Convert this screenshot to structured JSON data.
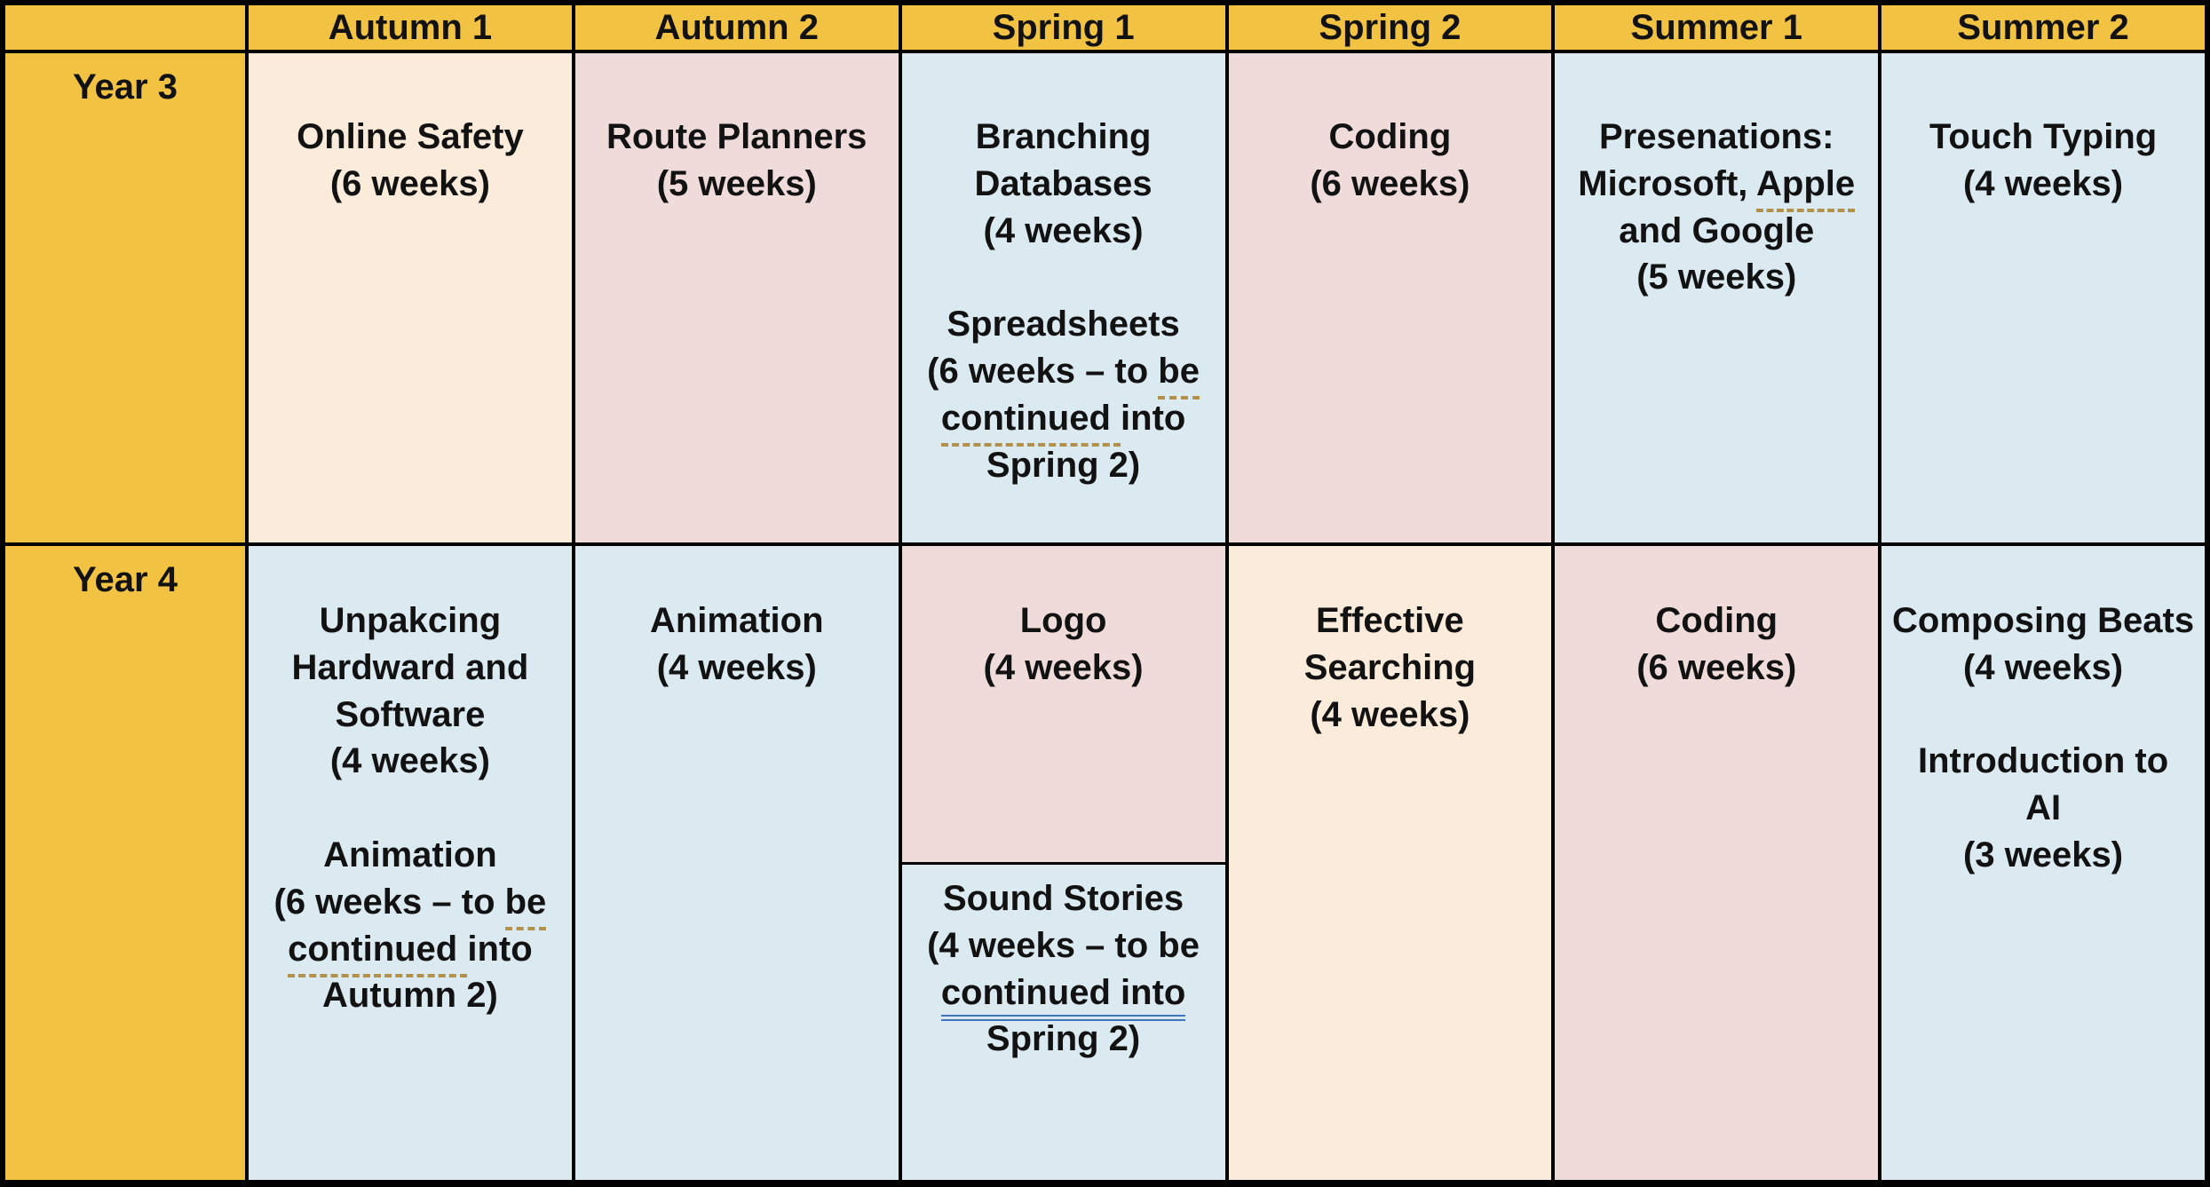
{
  "palette": {
    "gold": "#F2C342",
    "cream": "#FAEBDA",
    "pink": "#EFDBDA",
    "blue": "#DBE9F1",
    "border": "#000000",
    "text": "#121212",
    "dash_underline": "#B2914C",
    "double_underline": "#4175BC"
  },
  "header": {
    "corner": "",
    "terms": [
      "Autumn 1",
      "Autumn 2",
      "Spring 1",
      "Spring 2",
      "Summer 1",
      "Summer 2"
    ]
  },
  "rows": [
    {
      "label": "Year 3",
      "cells": [
        {
          "bg": "cream",
          "lines": [
            [
              {
                "t": "Online Safety"
              }
            ],
            [
              {
                "t": "(6 weeks)"
              }
            ]
          ]
        },
        {
          "bg": "pink",
          "lines": [
            [
              {
                "t": "Route Planners"
              }
            ],
            [
              {
                "t": "(5 weeks)"
              }
            ]
          ]
        },
        {
          "bg": "blue",
          "lines": [
            [
              {
                "t": "Branching"
              }
            ],
            [
              {
                "t": "Databases"
              }
            ],
            [
              {
                "t": "(4 weeks)"
              }
            ],
            [],
            [
              {
                "t": "Spreadsheets"
              }
            ],
            [
              {
                "t": "(6 weeks – to "
              },
              {
                "t": "be",
                "u": "dash"
              }
            ],
            [
              {
                "t": "continued ",
                "u": "dash"
              },
              {
                "t": "into"
              }
            ],
            [
              {
                "t": "Spring 2)"
              }
            ]
          ]
        },
        {
          "bg": "pink",
          "lines": [
            [
              {
                "t": "Coding"
              }
            ],
            [
              {
                "t": "(6 weeks)"
              }
            ]
          ]
        },
        {
          "bg": "blue",
          "lines": [
            [
              {
                "t": "Presenations:"
              }
            ],
            [
              {
                "t": "Microsoft, "
              },
              {
                "t": "Apple",
                "u": "dash"
              }
            ],
            [
              {
                "t": "and Google"
              }
            ],
            [
              {
                "t": "(5 weeks)"
              }
            ]
          ]
        },
        {
          "bg": "blue",
          "lines": [
            [
              {
                "t": "Touch Typing"
              }
            ],
            [
              {
                "t": "(4 weeks)"
              }
            ]
          ]
        }
      ]
    },
    {
      "label": "Year 4",
      "cells": [
        {
          "bg": "blue",
          "lines": [
            [
              {
                "t": "Unpakcing"
              }
            ],
            [
              {
                "t": "Hardward and"
              }
            ],
            [
              {
                "t": "Software"
              }
            ],
            [
              {
                "t": "(4 weeks)"
              }
            ],
            [],
            [
              {
                "t": "Animation"
              }
            ],
            [
              {
                "t": "(6 weeks – to "
              },
              {
                "t": "be",
                "u": "dash"
              }
            ],
            [
              {
                "t": "continued ",
                "u": "dash"
              },
              {
                "t": "into"
              }
            ],
            [
              {
                "t": "Autumn 2)"
              }
            ]
          ]
        },
        {
          "bg": "blue",
          "lines": [
            [
              {
                "t": "Animation"
              }
            ],
            [
              {
                "t": "(4 weeks)"
              }
            ]
          ]
        },
        {
          "split": [
            {
              "bg": "pink",
              "lines": [
                [
                  {
                    "t": "Logo"
                  }
                ],
                [
                  {
                    "t": "(4 weeks)"
                  }
                ]
              ]
            },
            {
              "bg": "blue",
              "lines": [
                [
                  {
                    "t": "Sound Stories"
                  }
                ],
                [
                  {
                    "t": "(4 weeks – to be"
                  }
                ],
                [
                  {
                    "t": "continued  into",
                    "u": "double"
                  }
                ],
                [
                  {
                    "t": "Spring 2)"
                  }
                ]
              ]
            }
          ]
        },
        {
          "bg": "cream",
          "lines": [
            [
              {
                "t": "Effective"
              }
            ],
            [
              {
                "t": "Searching"
              }
            ],
            [
              {
                "t": "(4 weeks)"
              }
            ]
          ]
        },
        {
          "bg": "pink",
          "lines": [
            [
              {
                "t": "Coding"
              }
            ],
            [
              {
                "t": "(6 weeks)"
              }
            ]
          ]
        },
        {
          "bg": "blue",
          "lines": [
            [
              {
                "t": "Composing Beats"
              }
            ],
            [
              {
                "t": "(4 weeks)"
              }
            ],
            [],
            [
              {
                "t": "Introduction to"
              }
            ],
            [
              {
                "t": "AI"
              }
            ],
            [
              {
                "t": "(3 weeks)"
              }
            ]
          ]
        }
      ]
    }
  ]
}
